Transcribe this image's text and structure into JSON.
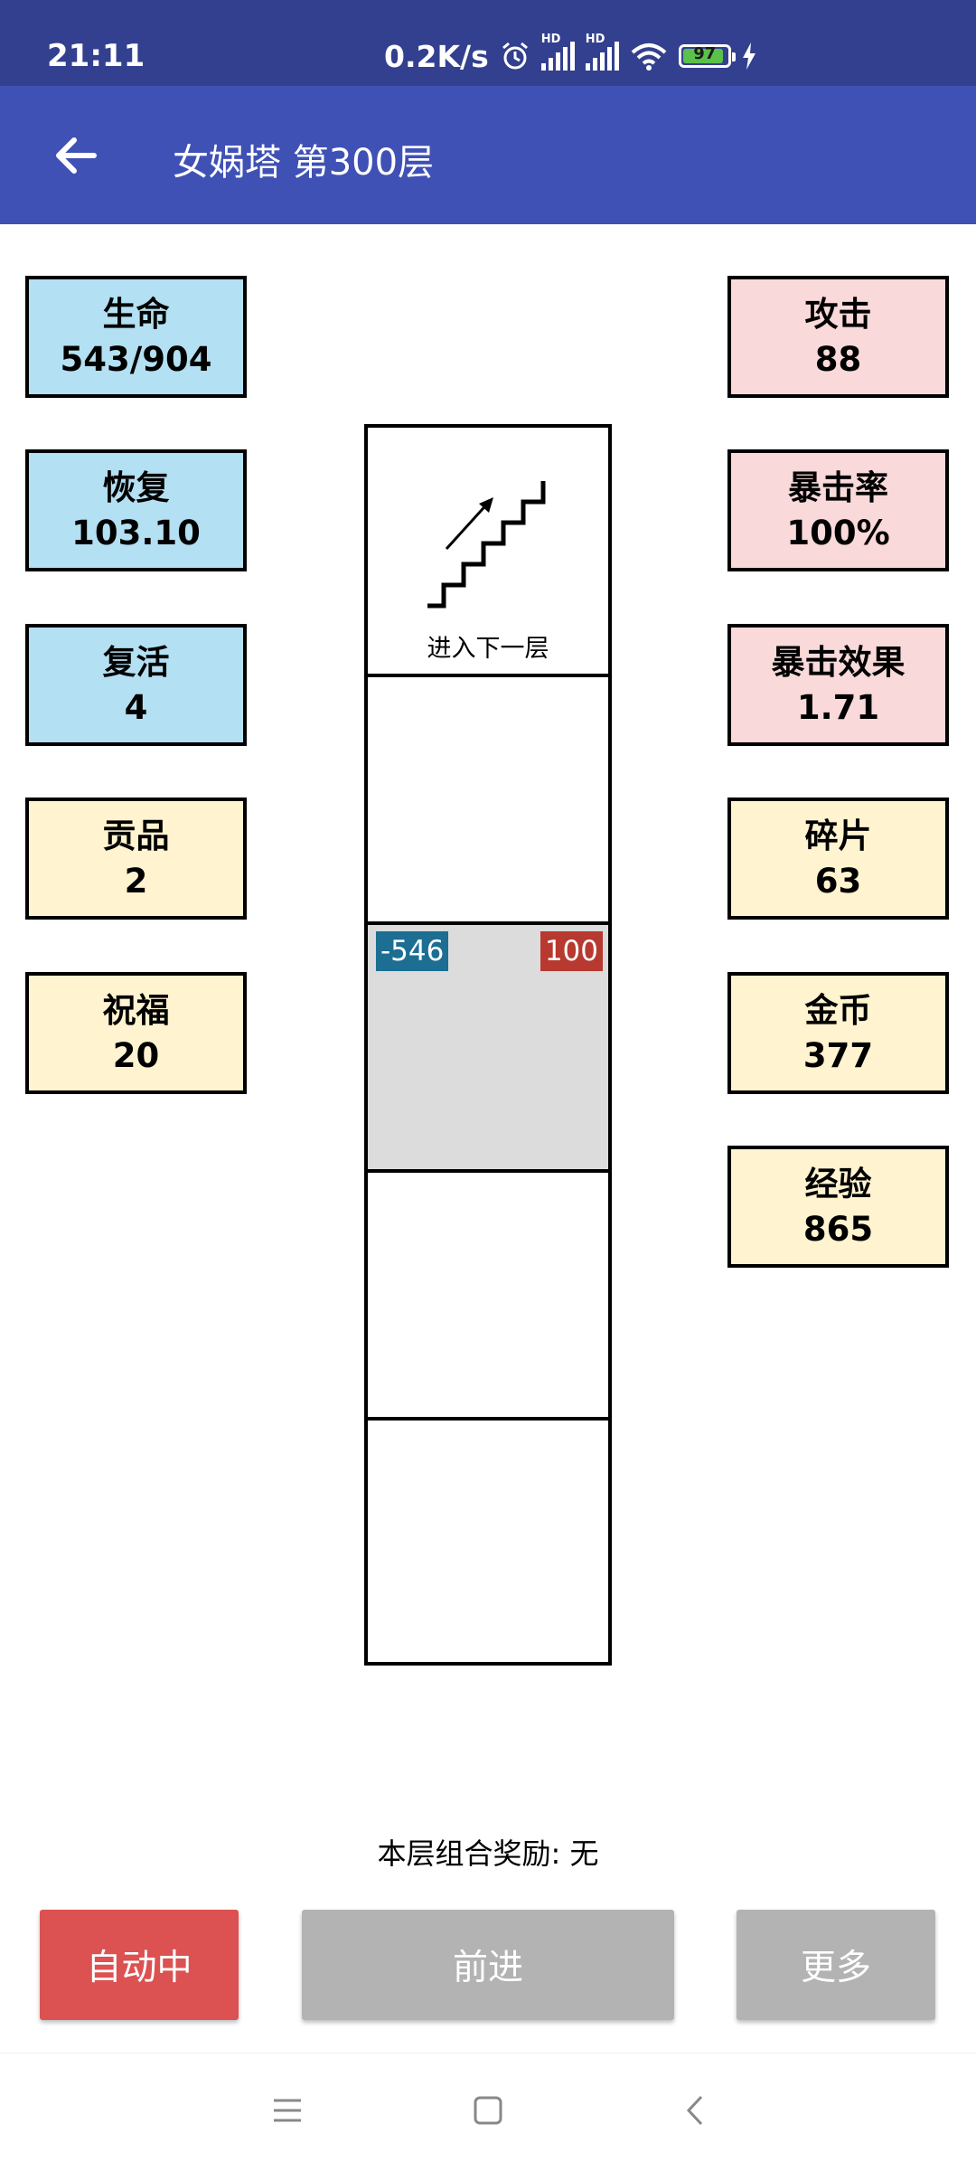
{
  "status": {
    "time": "21:11",
    "speed": "0.2K/s",
    "hd1": "HD",
    "hd2": "HD",
    "battery": "97",
    "icons": [
      "alarm-icon",
      "signal-icon",
      "signal-icon",
      "wifi-icon",
      "battery-icon",
      "charging-icon"
    ]
  },
  "app_bar": {
    "title": "女娲塔 第300层",
    "back_icon": "arrow-left-icon"
  },
  "stats_left": [
    {
      "label": "生命",
      "value": "543/904",
      "color": "#b3e0f2"
    },
    {
      "label": "恢复",
      "value": "103.10",
      "color": "#b3e0f2"
    },
    {
      "label": "复活",
      "value": "4",
      "color": "#b3e0f2"
    },
    {
      "label": "贡品",
      "value": "2",
      "color": "#fff3d0"
    },
    {
      "label": "祝福",
      "value": "20",
      "color": "#fff3d0"
    }
  ],
  "stats_right": [
    {
      "label": "攻击",
      "value": "88",
      "color": "#f9d9d9"
    },
    {
      "label": "暴击率",
      "value": "100%",
      "color": "#f9d9d9"
    },
    {
      "label": "暴击效果",
      "value": "1.71",
      "color": "#f9d9d9"
    },
    {
      "label": "碎片",
      "value": "63",
      "color": "#fff3d0"
    },
    {
      "label": "金币",
      "value": "377",
      "color": "#fff3d0"
    },
    {
      "label": "经验",
      "value": "865",
      "color": "#fff3d0"
    }
  ],
  "tower": {
    "stairs_label": "进入下一层",
    "enemy": {
      "left_value": "-546",
      "right_value": "100",
      "left_color": "#1c6e92",
      "right_color": "#b7392f"
    }
  },
  "reward": "本层组合奖励: 无",
  "buttons": {
    "auto": "自动中",
    "forward": "前进",
    "more": "更多"
  },
  "nav": [
    "menu-icon",
    "home-icon",
    "back-icon"
  ]
}
